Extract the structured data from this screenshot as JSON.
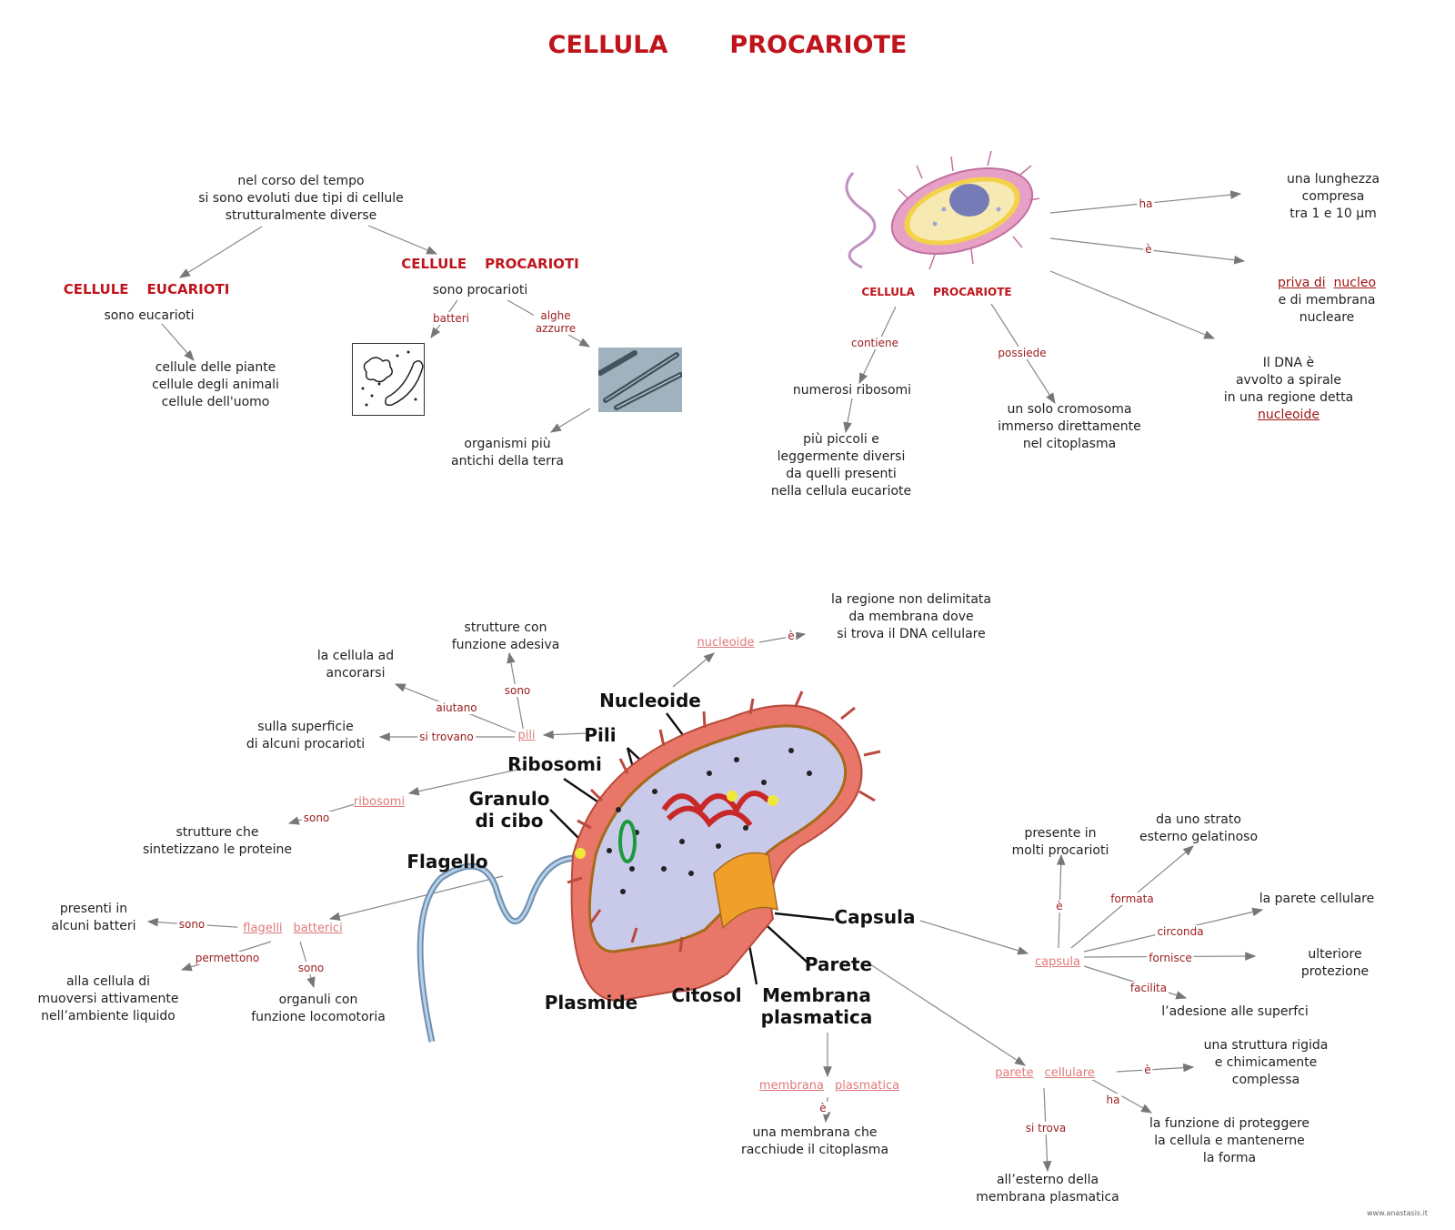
{
  "title": {
    "word1": "CELLULA",
    "word2": "PROCARIOTE"
  },
  "left_map": {
    "intro": "nel corso del tempo\nsi sono evoluti due tipi di cellule\nstrutturalmente diverse",
    "euk_head": {
      "a": "CELLULE",
      "b": "EUCARIOTI"
    },
    "euk_sub": "sono eucarioti",
    "euk_examples": "cellule delle piante\ncellule degli animali\ncellule dell'uomo",
    "pro_head": {
      "a": "CELLULE",
      "b": "PROCARIOTI"
    },
    "pro_sub": "sono procarioti",
    "lbl_batteri": "batteri",
    "lbl_alghe": "alghe\nazzurre",
    "oldest": "organismi più\nantichi della terra"
  },
  "right_map": {
    "head": {
      "a": "CELLULA",
      "b": "PROCARIOTE"
    },
    "lbl_ha": "ha",
    "length": "una lunghezza compresa\ntra 1 e 10 µm",
    "lbl_e": "è",
    "no_nucleus_1": "priva di",
    "no_nucleus_2": "nucleo",
    "no_nucleus_3": "e di membrana nucleare",
    "dna": "Il DNA è\navvolto a spirale\nin una regione detta",
    "dna_link": "nucleoide",
    "lbl_contiene": "contiene",
    "ribosomes": "numerosi ribosomi",
    "ribosomes_detail": "più piccoli e\nleggermente diversi\nda quelli presenti\nnella cellula eucariote",
    "lbl_possiede": "possiede",
    "chromosome": "un solo cromosoma\nimmerso direttamente\nnel citoplasma"
  },
  "diagram_labels": {
    "nucleoide": "Nucleoide",
    "pili": "Pili",
    "ribosomi": "Ribosomi",
    "granulo": "Granulo\ndi cibo",
    "flagello": "Flagello",
    "capsula": "Capsula",
    "parete": "Parete",
    "membrana": "Membrana\nplasmatica",
    "citosol": "Citosol",
    "plasmide": "Plasmide"
  },
  "bottom_map": {
    "term_nucleoide": "nucleoide",
    "nucleoide_def": "la regione non delimitata\nda membrana dove\nsi trova il DNA cellulare",
    "adhesive": "strutture con\nfunzione adesiva",
    "anchor": "la cellula ad\nancorarsi",
    "lbl_sono": "sono",
    "lbl_aiutano": "aiutano",
    "lbl_si_trovano": "si trovano",
    "term_pili": "pili",
    "surface": "sulla superficie\ndi alcuni procarioti",
    "term_ribosomi": "ribosomi",
    "protein": "strutture che\nsintetizzano le proteine",
    "term_flagelli": {
      "a": "flagelli",
      "b": "batterici"
    },
    "some_bacteria": "presenti in\nalcuni batteri",
    "lbl_permettono": "permettono",
    "movement": "alla cellula di\nmuoversi attivamente\nnell’ambiente liquido",
    "organuli": "organuli con\nfunzione locomotoria",
    "term_membrana": {
      "a": "membrana",
      "b": "plasmatica"
    },
    "membrane_def": "una membrana che\nracchiude il citoplasma",
    "term_capsula": "capsula",
    "many": "presente in\nmolti procarioti",
    "lbl_formata": "formata",
    "gel": "da uno strato\nesterno gelatinoso",
    "lbl_circonda": "circonda",
    "wall": "la parete cellulare",
    "lbl_fornisce": "fornisce",
    "protection": "ulteriore protezione",
    "lbl_facilita": "facilita",
    "adhesion": "l’adesione alle superfci",
    "term_parete": {
      "a": "parete",
      "b": "cellulare"
    },
    "rigid": "una struttura rigida\ne chimicamente\ncomplessa",
    "lbl_ha": "ha",
    "protect": "la funzione di proteggere\nla cellula e mantenerne\nla forma",
    "lbl_si_trova": "si trova",
    "outside": "all’esterno della\nmembrana plasmatica"
  },
  "footer": "www.anastasis.it",
  "colors": {
    "heading": "#c0141c",
    "edge_label": "#9b1b1b",
    "term": "#e07a7a",
    "capsule": "#e8776a",
    "cytoplasm": "#c9c9ea"
  }
}
